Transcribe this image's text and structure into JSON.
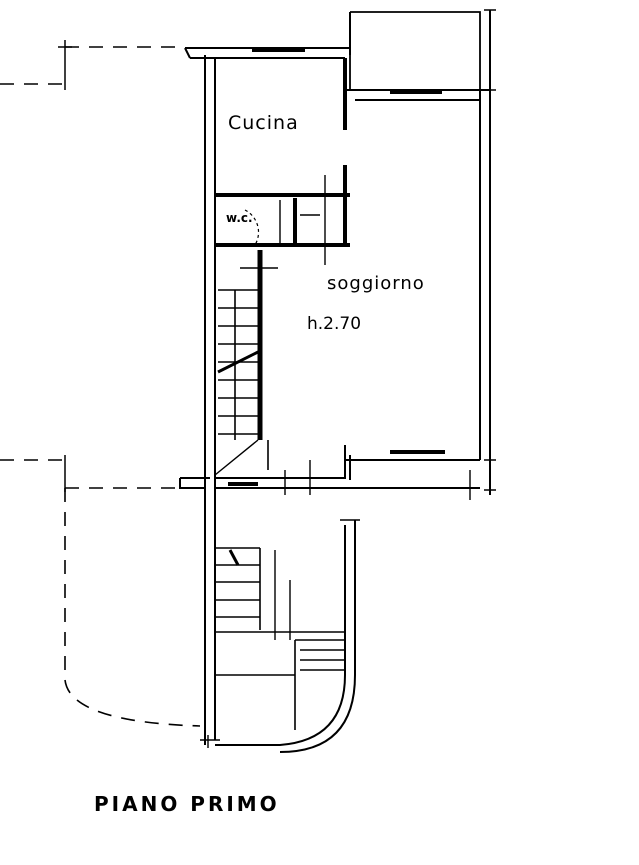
{
  "plan": {
    "title": "PIANO PRIMO",
    "rooms": {
      "kitchen": "Cucina",
      "wc": "w.c.",
      "living": "soggiorno",
      "living_height": "h.2.70"
    }
  }
}
